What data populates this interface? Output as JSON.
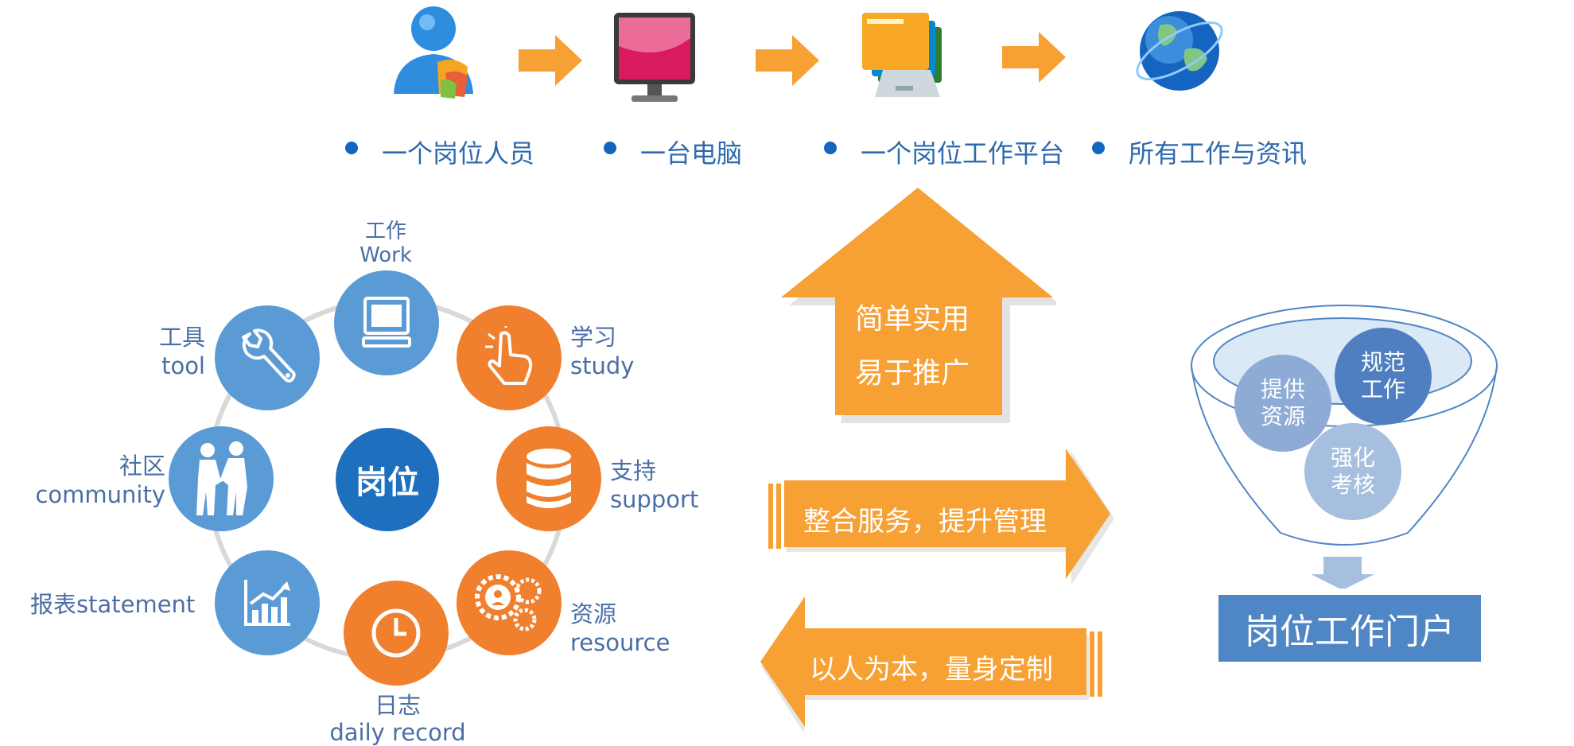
{
  "flow": {
    "items": [
      {
        "label": "一个岗位人员",
        "icon": "user-icon"
      },
      {
        "label": "一台电脑",
        "icon": "monitor-icon"
      },
      {
        "label": "一个岗位工作平台",
        "icon": "platform-icon"
      },
      {
        "label": "所有工作与资讯",
        "icon": "globe-icon"
      }
    ]
  },
  "ring": {
    "center": "岗位",
    "nodes": [
      {
        "zh": "工作",
        "en": "Work",
        "icon": "computer-icon",
        "color": "#5b9bd5"
      },
      {
        "zh": "学习",
        "en": "study",
        "icon": "pointer-hand-icon",
        "color": "#f07f2e"
      },
      {
        "zh": "支持",
        "en": "support",
        "icon": "database-icon",
        "color": "#f07f2e"
      },
      {
        "zh": "资源",
        "en": "resource",
        "icon": "gears-icon",
        "color": "#f07f2e"
      },
      {
        "zh": "日志",
        "en": "daily record",
        "icon": "clock-icon",
        "color": "#f07f2e"
      },
      {
        "label": "报表statement",
        "icon": "chart-icon",
        "color": "#5b9bd5"
      },
      {
        "zh": "社区",
        "en": "community",
        "icon": "handshake-icon",
        "color": "#5b9bd5"
      },
      {
        "zh": "工具",
        "en": "tool",
        "icon": "wrench-icon",
        "color": "#5b9bd5"
      }
    ]
  },
  "arrows": {
    "up": {
      "line1": "简单实用",
      "line2": "易于推广"
    },
    "right": "整合服务，提升管理",
    "left": "以人为本，量身定制"
  },
  "funnel": {
    "circles": [
      {
        "line1": "提供",
        "line2": "资源"
      },
      {
        "line1": "规范",
        "line2": "工作"
      },
      {
        "line1": "强化",
        "line2": "考核"
      }
    ],
    "result": "岗位工作门户"
  },
  "colors": {
    "orange": "#f7a034",
    "blue": "#5b9bd5",
    "dark_blue": "#1f6fbf",
    "funnel_box": "#4f86c6"
  }
}
